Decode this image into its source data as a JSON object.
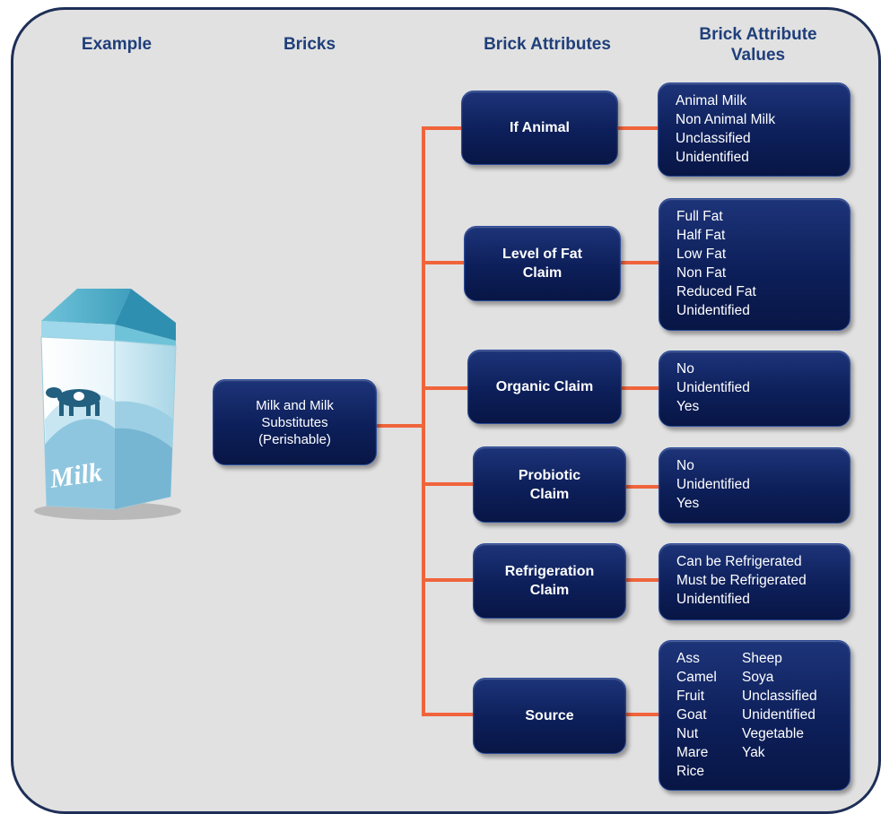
{
  "headers": {
    "example": "Example",
    "bricks": "Bricks",
    "brick_attributes": "Brick Attributes",
    "brick_attribute_values": "Brick Attribute\nValues"
  },
  "example": {
    "carton_label": "Milk"
  },
  "brick": {
    "label": "Milk and Milk\nSubstitutes\n(Perishable)"
  },
  "attributes": [
    {
      "label": "If Animal",
      "values": [
        "Animal Milk",
        "Non Animal Milk",
        "Unclassified",
        "Unidentified"
      ]
    },
    {
      "label": "Level of Fat\nClaim",
      "values": [
        "Full Fat",
        "Half Fat",
        "Low Fat",
        "Non Fat",
        "Reduced  Fat",
        "Unidentified"
      ]
    },
    {
      "label": "Organic Claim",
      "values": [
        "No",
        "Unidentified",
        "Yes"
      ]
    },
    {
      "label": "Probiotic\nClaim",
      "values": [
        "No",
        "Unidentified",
        "Yes"
      ]
    },
    {
      "label": "Refrigeration\nClaim",
      "values": [
        "Can be Refrigerated",
        "Must be Refrigerated",
        "Unidentified"
      ]
    },
    {
      "label": "Source",
      "values_col1": [
        "Ass",
        "Camel",
        "Fruit",
        "Goat",
        "Nut",
        "Mare",
        "Rice"
      ],
      "values_col2": [
        "Sheep",
        "Soya",
        "Unclassified",
        "Unidentified",
        "Vegetable",
        "Yak"
      ]
    }
  ],
  "colors": {
    "panel_background": "#e1e1e1",
    "panel_border": "#1e2f57",
    "header_text": "#1f3f7a",
    "node_fill": "#0d1f5a",
    "connector": "#f0643c"
  }
}
